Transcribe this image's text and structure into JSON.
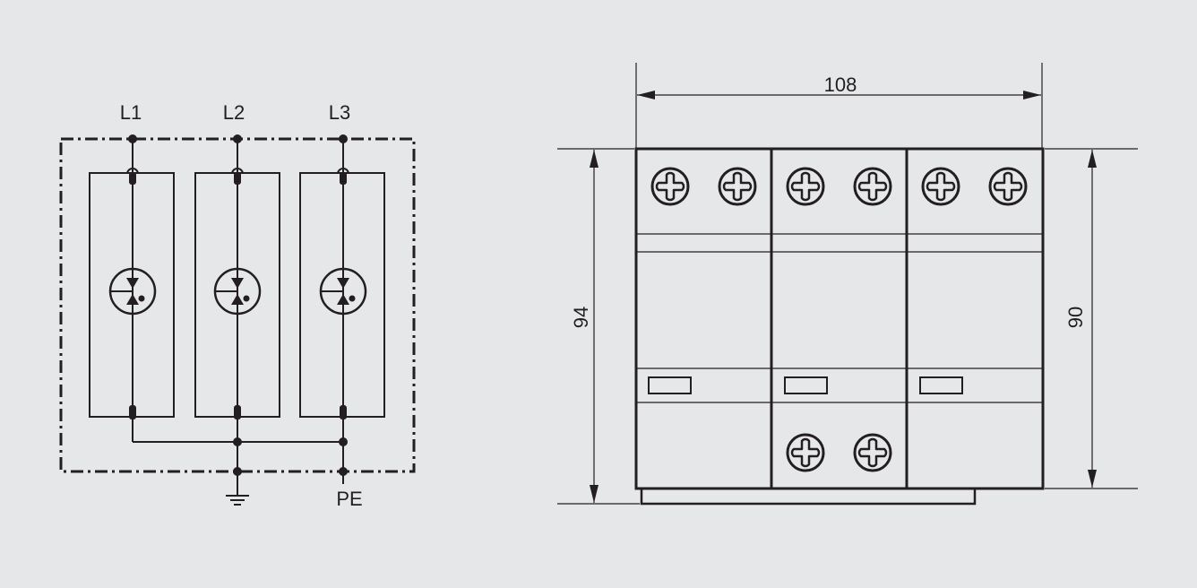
{
  "schematic": {
    "phase_labels": [
      "L1",
      "L2",
      "L3"
    ],
    "pe_label": "PE",
    "ground_symbol": "ground-icon"
  },
  "dimensions": {
    "width_label": "108",
    "height_total_label": "94",
    "height_body_label": "90"
  },
  "device": {
    "modules": 3,
    "top_terminals_per_module": 2,
    "bottom_terminals": 2
  },
  "colors": {
    "background": "#e6e7e8",
    "line": "#231f20"
  }
}
